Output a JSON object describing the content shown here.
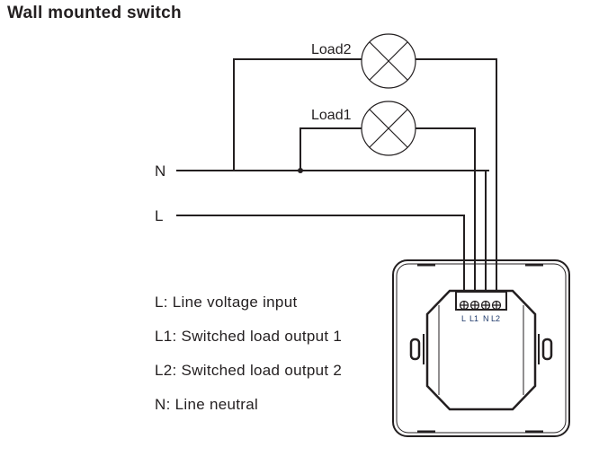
{
  "title": "Wall mounted switch",
  "lines": {
    "neutral": "N",
    "live": "L"
  },
  "loads": [
    {
      "label": "Load2"
    },
    {
      "label": "Load1"
    }
  ],
  "terminals": [
    "L",
    "L1",
    "N",
    "L2"
  ],
  "legend": [
    "L: Line voltage input",
    "L1: Switched load output 1",
    "L2: Switched load output 2",
    "N: Line neutral"
  ],
  "colors": {
    "ink": "#231f20",
    "terminal_text": "#1f3a6b"
  }
}
